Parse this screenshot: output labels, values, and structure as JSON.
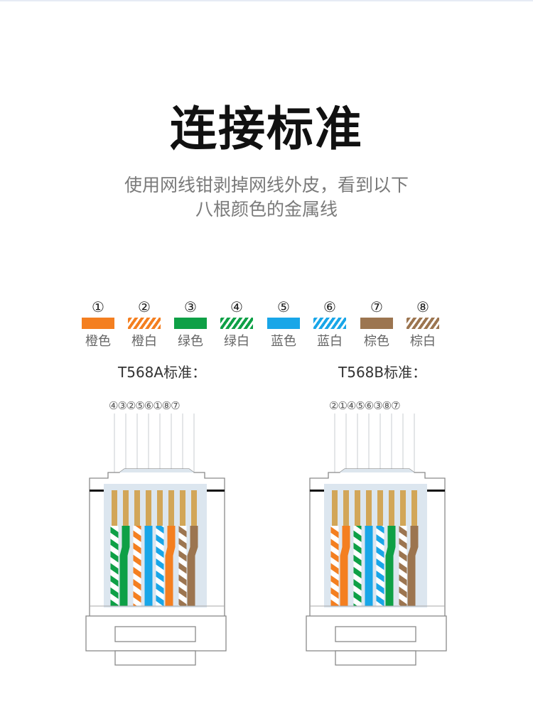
{
  "title": "连接标准",
  "subtitle": {
    "line1": "使用网线钳剥掉网线外皮，看到以下",
    "line2": "八根颜色的金属线"
  },
  "colors": {
    "orange": "#f47f20",
    "green": "#0ea046",
    "blue": "#19a6e8",
    "brown": "#9c7550",
    "gold": "#d2a658",
    "housing": "#dce6ef",
    "outline": "#888888"
  },
  "legend": [
    {
      "num": "①",
      "label": "橙色",
      "color": "orange",
      "striped": false
    },
    {
      "num": "②",
      "label": "橙白",
      "color": "orange",
      "striped": true
    },
    {
      "num": "③",
      "label": "绿色",
      "color": "green",
      "striped": false
    },
    {
      "num": "④",
      "label": "绿白",
      "color": "green",
      "striped": true
    },
    {
      "num": "⑤",
      "label": "蓝色",
      "color": "blue",
      "striped": false
    },
    {
      "num": "⑥",
      "label": "蓝白",
      "color": "blue",
      "striped": true
    },
    {
      "num": "⑦",
      "label": "棕色",
      "color": "brown",
      "striped": false
    },
    {
      "num": "⑧",
      "label": "棕白",
      "color": "brown",
      "striped": true
    }
  ],
  "standards": [
    {
      "name": "T568A标准：",
      "order_text": "④③②⑤⑥①⑧⑦",
      "order": [
        4,
        3,
        2,
        5,
        6,
        1,
        8,
        7
      ]
    },
    {
      "name": "T568B标准：",
      "order_text": "②①④⑤⑥③⑧⑦",
      "order": [
        2,
        1,
        4,
        5,
        6,
        3,
        8,
        7
      ]
    }
  ]
}
